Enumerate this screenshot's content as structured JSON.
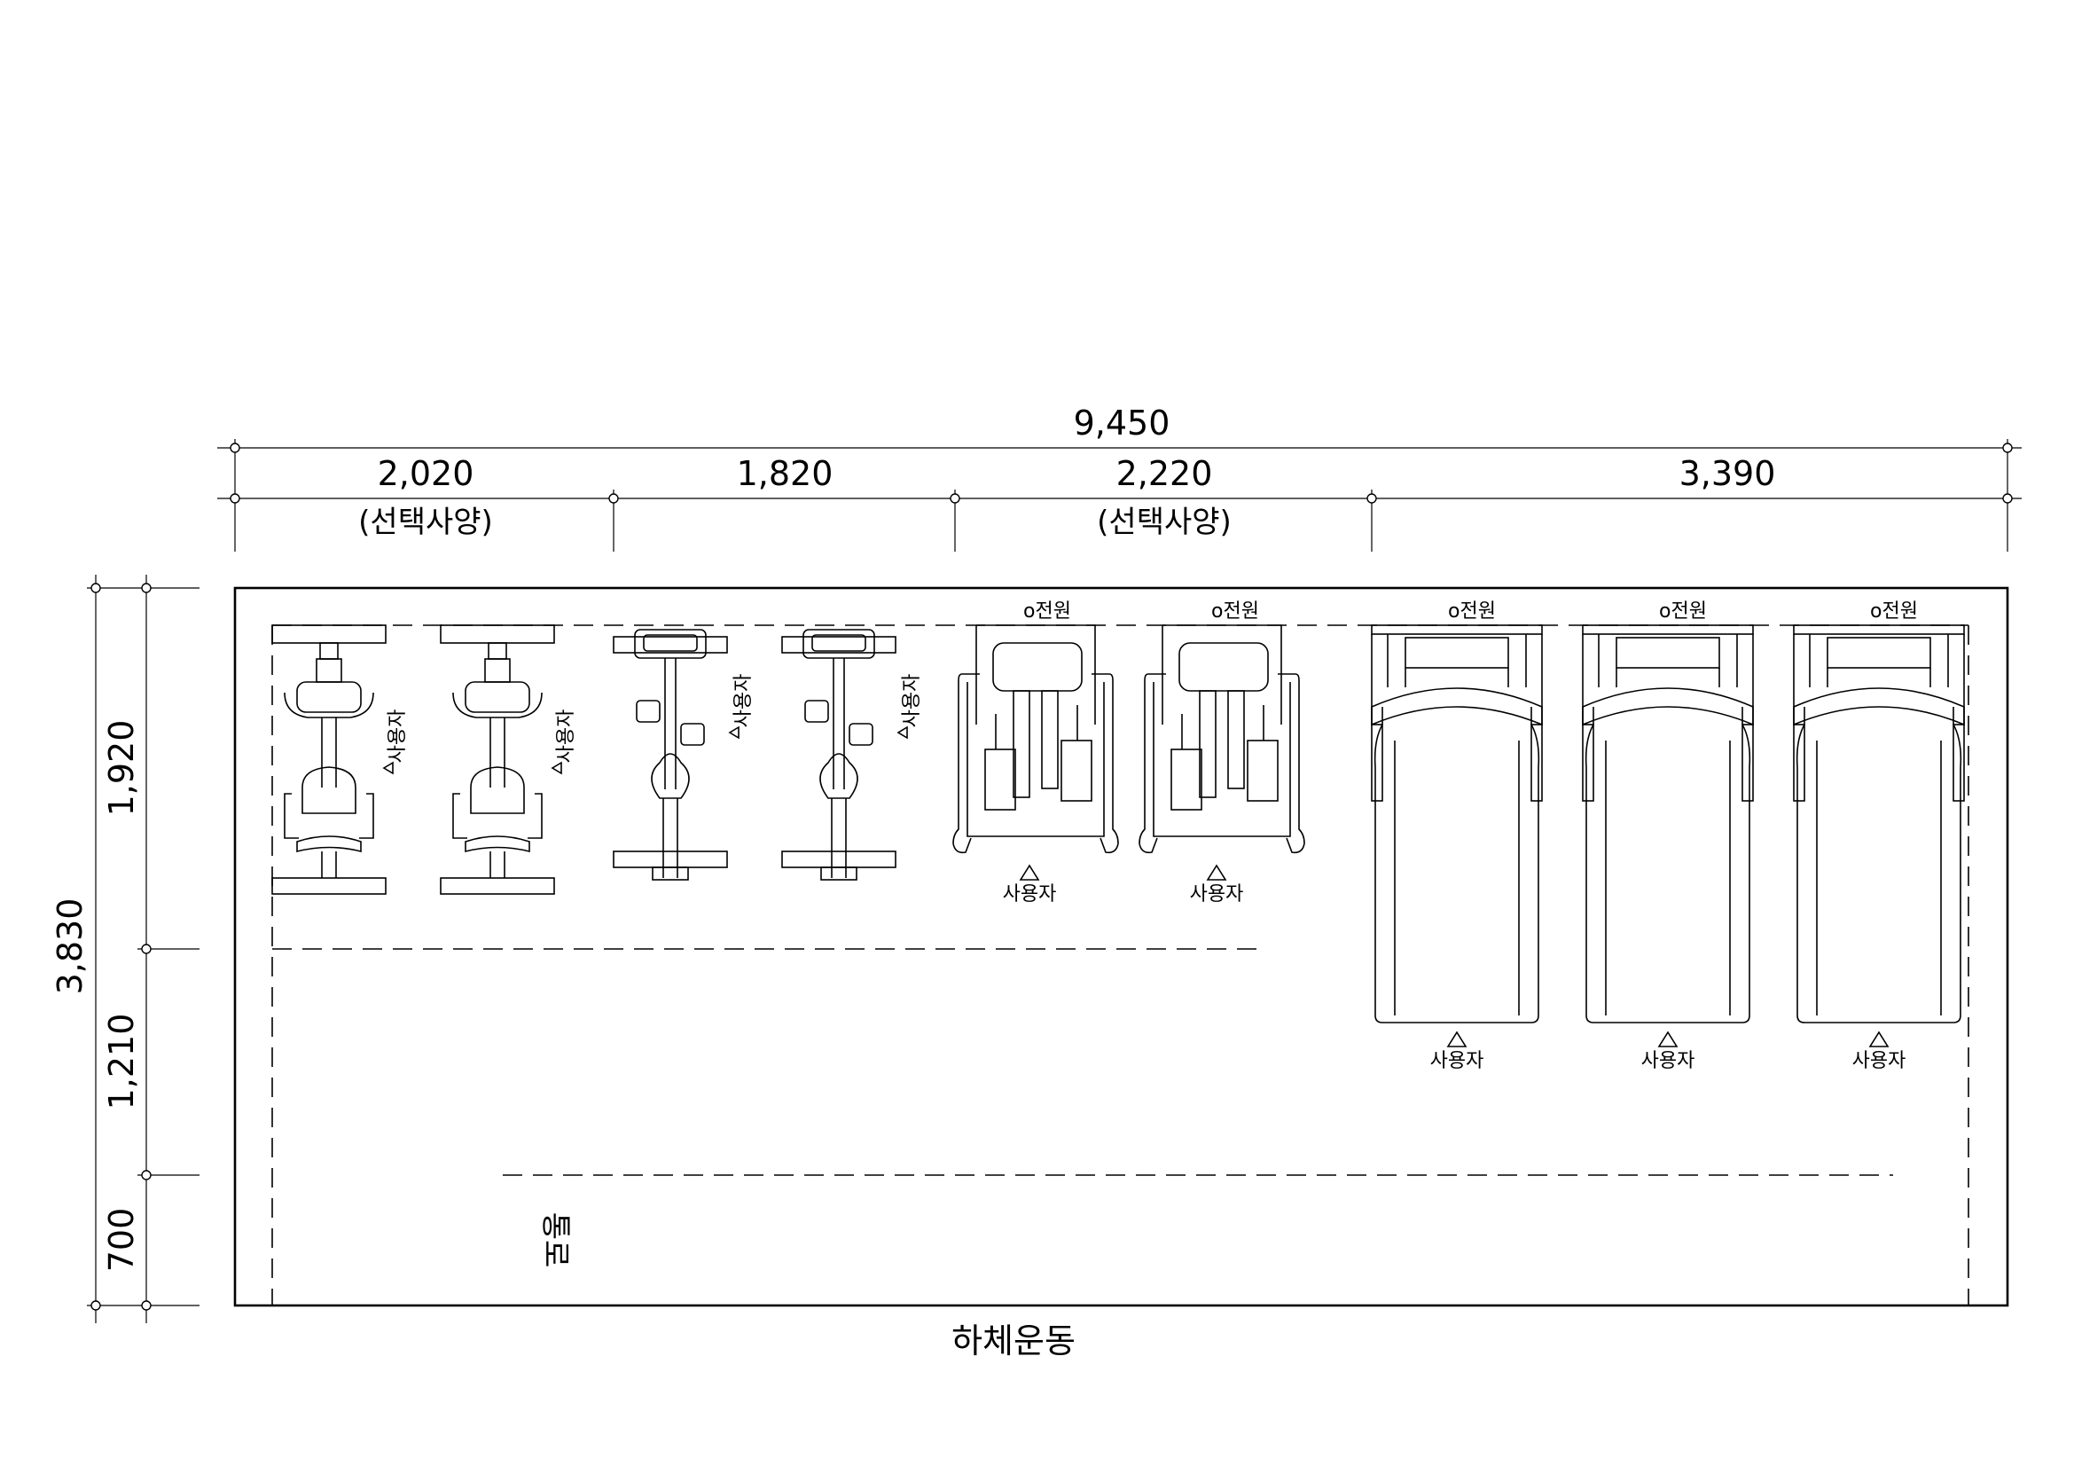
{
  "drawing": {
    "title": "하체운동",
    "dimensions": {
      "overall_width": "9,450",
      "segments": [
        {
          "value": "2,020",
          "note": "(선택사양)"
        },
        {
          "value": "1,820",
          "note": ""
        },
        {
          "value": "2,220",
          "note": "(선택사양)"
        },
        {
          "value": "3,390",
          "note": ""
        }
      ],
      "overall_height": "3,830",
      "vertical_segments": [
        "1,920",
        "1,210",
        "700"
      ]
    },
    "labels": {
      "user": "사용자",
      "power": "o전원",
      "aisle": "통로"
    }
  }
}
